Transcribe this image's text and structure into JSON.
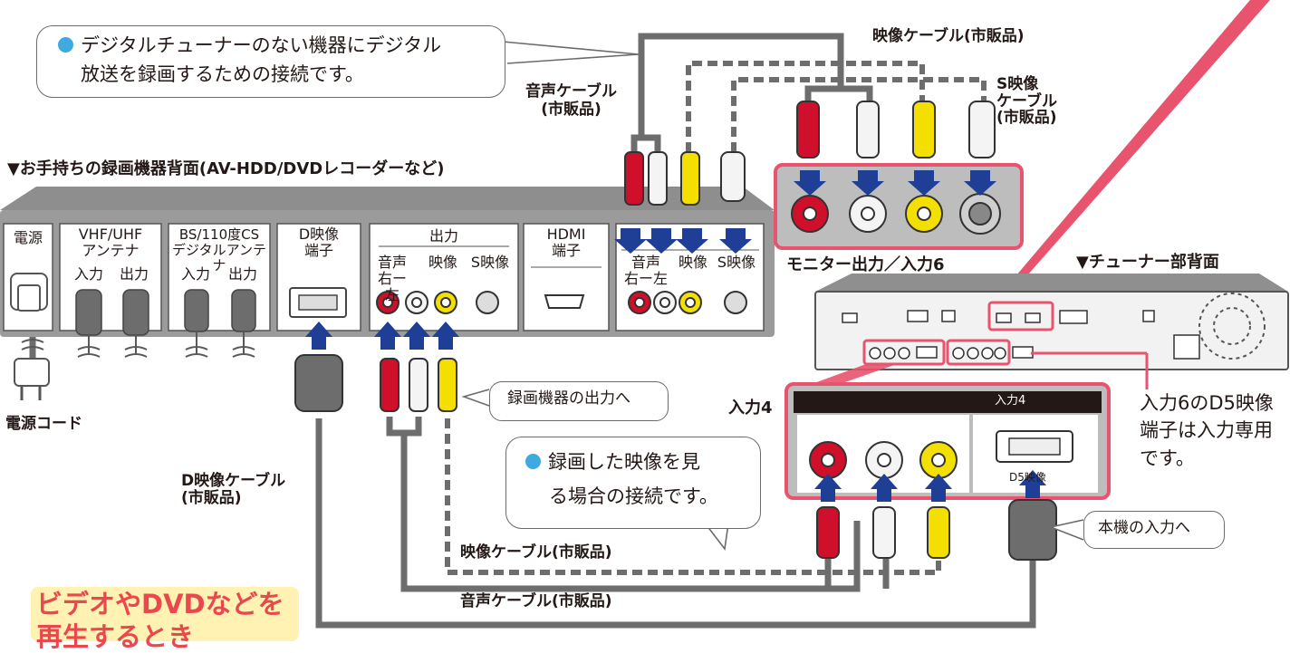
{
  "note_top": {
    "line1": "デジタルチューナーのない機器にデジタル",
    "line2": "放送を録画するための接続です。"
  },
  "note_mid": {
    "line1": "録画した映像を見",
    "line2": "る場合の接続です。"
  },
  "recorder": {
    "title": "▼お手持ちの録画機器背面(AV-HDD/DVDレコーダーなど)",
    "power": "電源",
    "vhf_line1": "VHF/UHF",
    "vhf_line2": "アンテナ",
    "bs_line1": "BS/110度CS",
    "bs_line2": "デジタルアンテナ",
    "in_label": "入力",
    "out_label": "出力",
    "d_line1": "D映像",
    "d_line2": "端子",
    "output": "出力",
    "audio_line1": "音声",
    "audio_line2": "右ー左",
    "video": "映像",
    "svideo": "S映像",
    "hdmi_line1": "HDMI",
    "hdmi_line2": "端子"
  },
  "tuner": {
    "title": "▼チューナー部背面",
    "monitor_label": "モニター出力／入力6",
    "input4_label": "入力4",
    "input4_panel": "入力4",
    "d5_label": "D5映像",
    "d5_note_line1": "入力6のD5映像",
    "d5_note_line2": "端子は入力専用",
    "d5_note_line3": "です。"
  },
  "cables": {
    "video_top": "映像ケーブル(市販品)",
    "audio_top_line1": "音声ケーブル",
    "audio_top_line2": "(市販品)",
    "svideo_line1": "S映像",
    "svideo_line2": "ケーブル",
    "svideo_line3": "(市販品)",
    "d_line1": "D映像ケーブル",
    "d_line2": "(市販品)",
    "video_bottom": "映像ケーブル(市販品)",
    "audio_bottom": "音声ケーブル(市販品)",
    "power_cord": "電源コード",
    "to_recorder_out": "録画機器の出力へ",
    "to_unit_in": "本機の入力へ"
  },
  "callout": {
    "line1": "ビデオやDVDなどを",
    "line2": "再生するとき"
  },
  "colors": {
    "pink": "#e8536e",
    "arrow": "#1f3f96",
    "red": "#d0102b",
    "yellow": "#f3df00",
    "white": "#f4f4f4",
    "gray": "#595959",
    "callout_bg": "#fff2b3",
    "callout_text": "#e8484e"
  }
}
